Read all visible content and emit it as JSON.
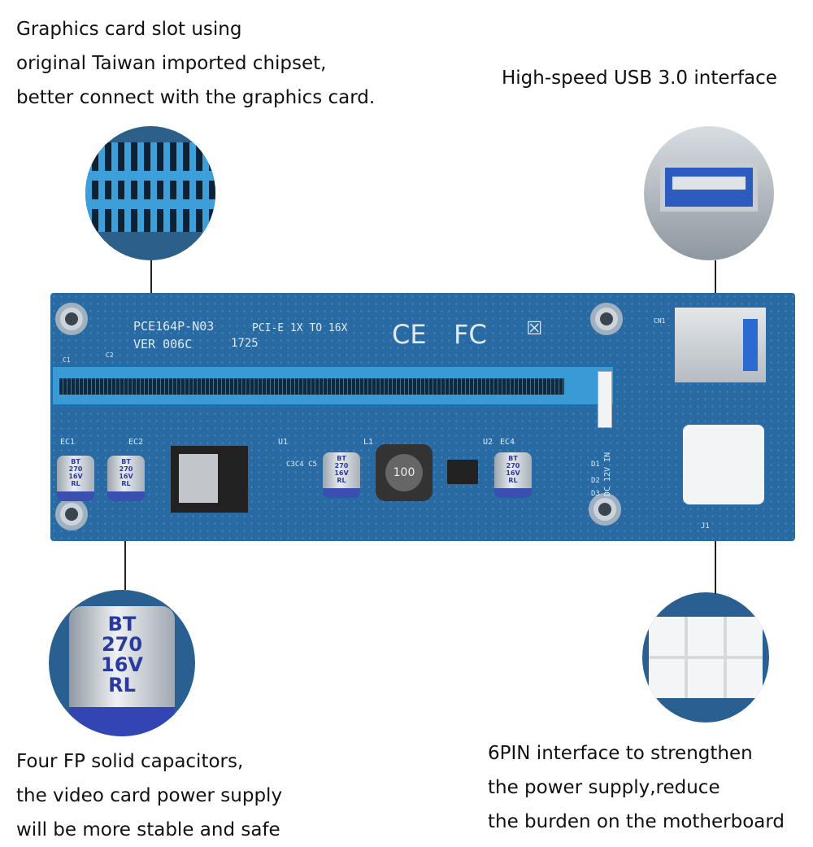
{
  "captions": {
    "top_left": [
      "Graphics card slot using",
      "original Taiwan imported chipset,",
      "better connect with the graphics card."
    ],
    "top_right": [
      "High-speed USB 3.0 interface"
    ],
    "bottom_left": [
      "Four FP solid capacitors,",
      "the video card power supply",
      "will be more stable and safe"
    ],
    "bottom_right": [
      "6PIN interface to strengthen",
      "the power supply,reduce",
      "the burden on the motherboard"
    ]
  },
  "board": {
    "model": "PCE164P-N03",
    "version": "VER 006C",
    "date_code": "1725",
    "spec": "PCI-E 1X TO 16X",
    "ce_mark": "CE",
    "fcc_mark": "FC",
    "labels": {
      "ec1": "EC1",
      "ec2": "EC2",
      "u1": "U1",
      "l1": "L1",
      "u2": "U2",
      "ec4": "EC4",
      "cn1": "CN1",
      "dc_in": "DC 12V IN",
      "j1": "J1",
      "c1": "C1",
      "c2": "C2",
      "c3c4c5": "C3C4 C5",
      "d1": "D1",
      "d2": "D2",
      "d3": "D3"
    },
    "inductor": "100",
    "capacitor": [
      "BT",
      "270",
      "16V",
      "RL"
    ]
  },
  "colors": {
    "pcb": "#2a6aa3",
    "slot": "#3a9ad6",
    "capacitor_band": "#3a4fb0"
  }
}
